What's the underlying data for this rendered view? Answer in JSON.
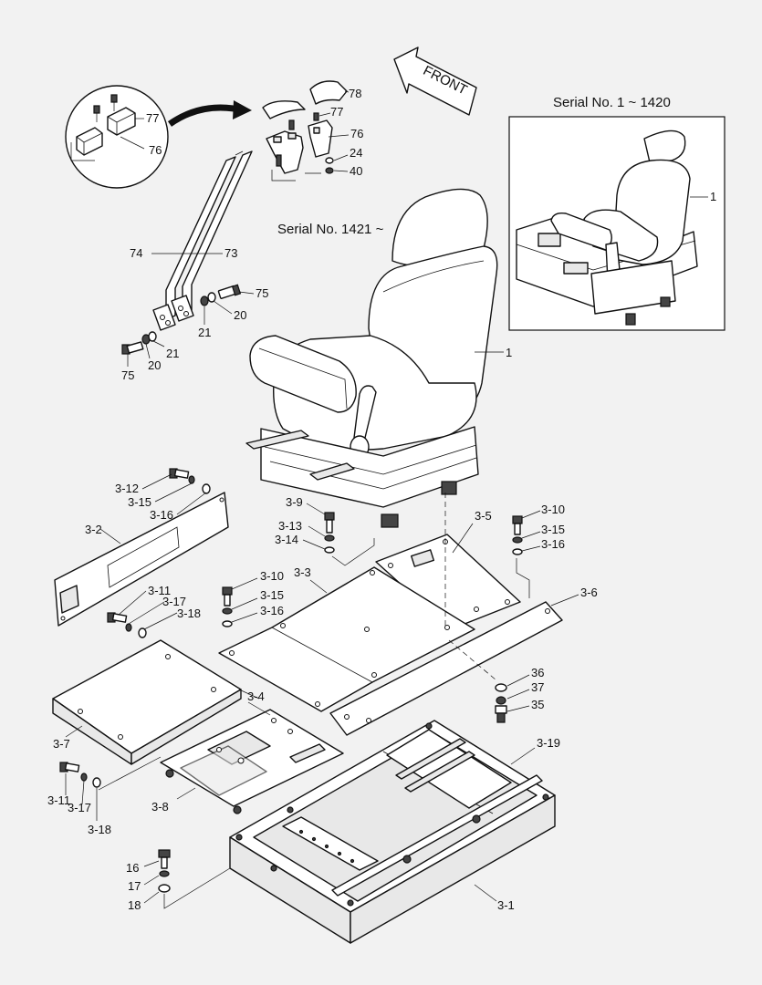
{
  "front_label": "FRONT",
  "serial_new": "Serial No. 1421 ~",
  "serial_old": "Serial No. 1 ~ 1420",
  "labels": {
    "p78": "78",
    "p77a": "77",
    "p77b": "77",
    "p76a": "76",
    "p76b": "76",
    "p24": "24",
    "p40": "40",
    "p74": "74",
    "p73": "73",
    "p75a": "75",
    "p75b": "75",
    "p20a": "20",
    "p20b": "20",
    "p21a": "21",
    "p21b": "21",
    "p1a": "1",
    "p1b": "1",
    "p3_12": "3-12",
    "p3_15a": "3-15",
    "p3_16a": "3-16",
    "p3_2": "3-2",
    "p3_9": "3-9",
    "p3_13": "3-13",
    "p3_14": "3-14",
    "p3_5": "3-5",
    "p3_10a": "3-10",
    "p3_15b": "3-15",
    "p3_16b": "3-16",
    "p3_11a": "3-11",
    "p3_17a": "3-17",
    "p3_18a": "3-18",
    "p3_10b": "3-10",
    "p3_15c": "3-15",
    "p3_16c": "3-16",
    "p3_3": "3-3",
    "p3_6": "3-6",
    "p3_4": "3-4",
    "p3_7": "3-7",
    "p36": "36",
    "p37": "37",
    "p35": "35",
    "p3_19": "3-19",
    "p3_8": "3-8",
    "p3_11b": "3-11",
    "p3_17b": "3-17",
    "p3_18b": "3-18",
    "p16": "16",
    "p17": "17",
    "p18": "18",
    "p3_1": "3-1"
  }
}
